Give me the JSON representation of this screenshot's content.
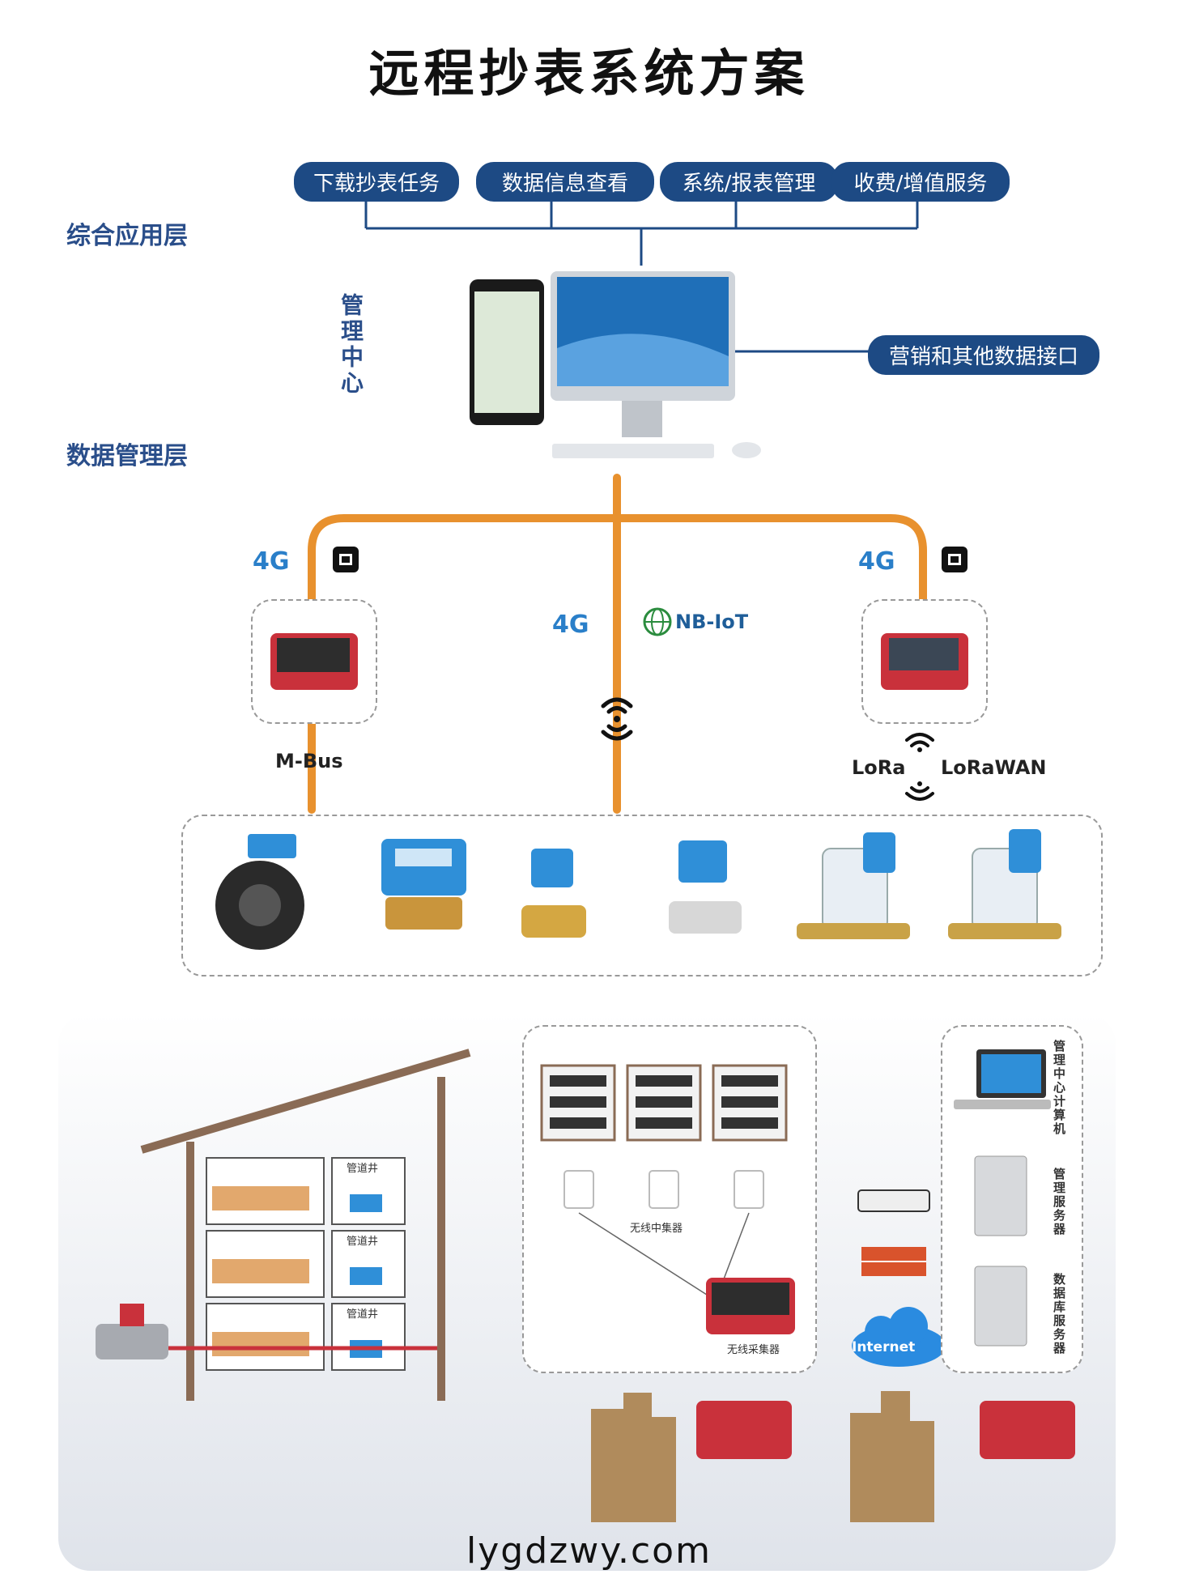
{
  "title": "远程抄表系统方案",
  "layers": {
    "app": "综合应用层",
    "data": "数据管理层",
    "center": "管理中心"
  },
  "apps": [
    "下载抄表任务",
    "数据信息查看",
    "系统/报表管理",
    "收费/增值服务"
  ],
  "interface_label": "营销和其他数据接口",
  "comm": {
    "g4_left": "4G",
    "g4_mid": "4G",
    "g4_right": "4G",
    "nbiot": "NB-IoT",
    "mbus": "M-Bus",
    "lora": "LoRa",
    "lorawan": "LoRaWAN"
  },
  "lower": {
    "pipe1": "管道井",
    "pipe2": "管道井",
    "pipe3": "管道井",
    "relay": "无线中集器",
    "collector": "无线采集器",
    "internet": "Internet",
    "pc": "管理中心计算机",
    "server1": "管理服务器",
    "server2": "数据库服务器"
  },
  "website": "lygdzwy.com",
  "colors": {
    "navy": "#1d4a84",
    "orange": "#e8912e",
    "device_red": "#c9313b",
    "device_blue": "#2f8fd8"
  },
  "icons": [
    "ethernet-icon",
    "wifi-icon",
    "nbiot-globe-icon",
    "cloud-icon",
    "firewall-icon",
    "router-icon"
  ]
}
